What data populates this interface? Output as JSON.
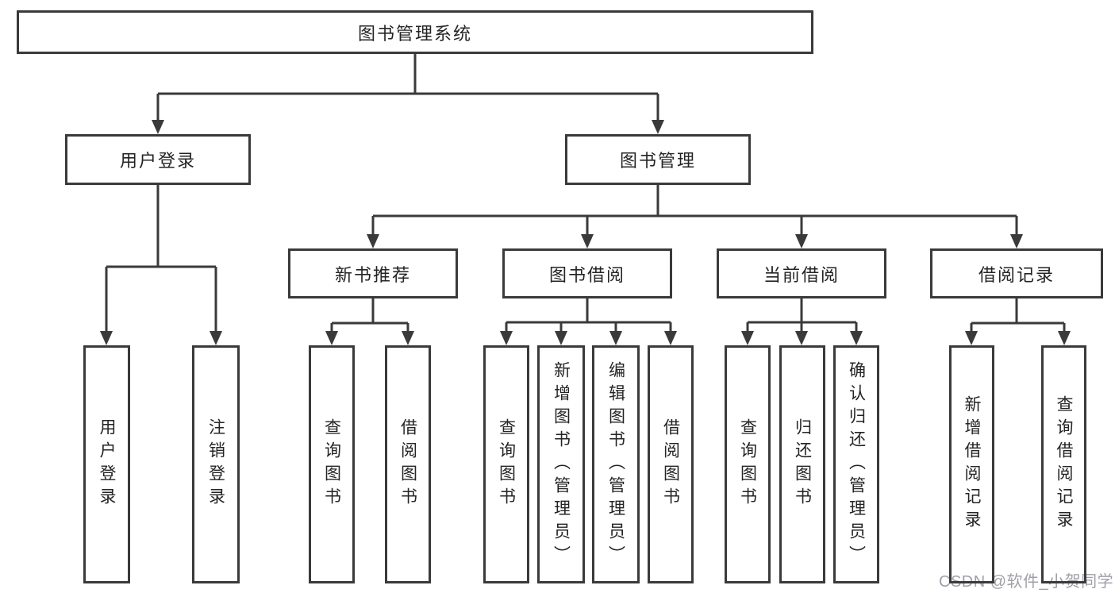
{
  "style": {
    "line_color": "#3a3a3a",
    "text_color": "#242424",
    "background": "#ffffff",
    "watermark_color": "#9fa0a8"
  },
  "watermark": {
    "text": "CSDN @软件_小贺同学"
  },
  "tree": {
    "root": {
      "label": "图书管理系统",
      "children": [
        {
          "label": "用户登录",
          "children": [
            {
              "label": "用户登录"
            },
            {
              "label": "注销登录"
            }
          ]
        },
        {
          "label": "图书管理",
          "children": [
            {
              "label": "新书推荐",
              "children": [
                {
                  "label": "查询图书"
                },
                {
                  "label": "借阅图书"
                }
              ]
            },
            {
              "label": "图书借阅",
              "children": [
                {
                  "label": "查询图书"
                },
                {
                  "label": "新增图书（管理员）"
                },
                {
                  "label": "编辑图书（管理员）"
                },
                {
                  "label": "借阅图书"
                }
              ]
            },
            {
              "label": "当前借阅",
              "children": [
                {
                  "label": "查询图书"
                },
                {
                  "label": "归还图书"
                },
                {
                  "label": "确认归还（管理员）"
                }
              ]
            },
            {
              "label": "借阅记录",
              "children": [
                {
                  "label": "新增借阅记录"
                },
                {
                  "label": "查询借阅记录"
                }
              ]
            }
          ]
        }
      ]
    }
  }
}
